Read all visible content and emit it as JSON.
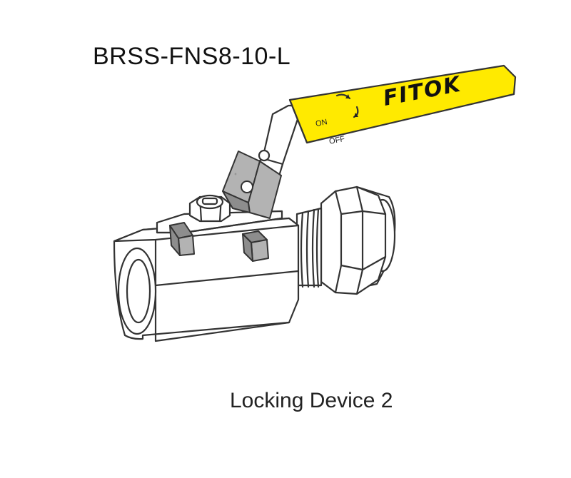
{
  "header": {
    "model_number": "BRSS-FNS8-10-L"
  },
  "diagram": {
    "handle_brand": "FITOK",
    "handle_label_on": "ON",
    "handle_label_off": "OFF",
    "caption": "Locking Device 2",
    "handle_color": "#ffea00"
  }
}
